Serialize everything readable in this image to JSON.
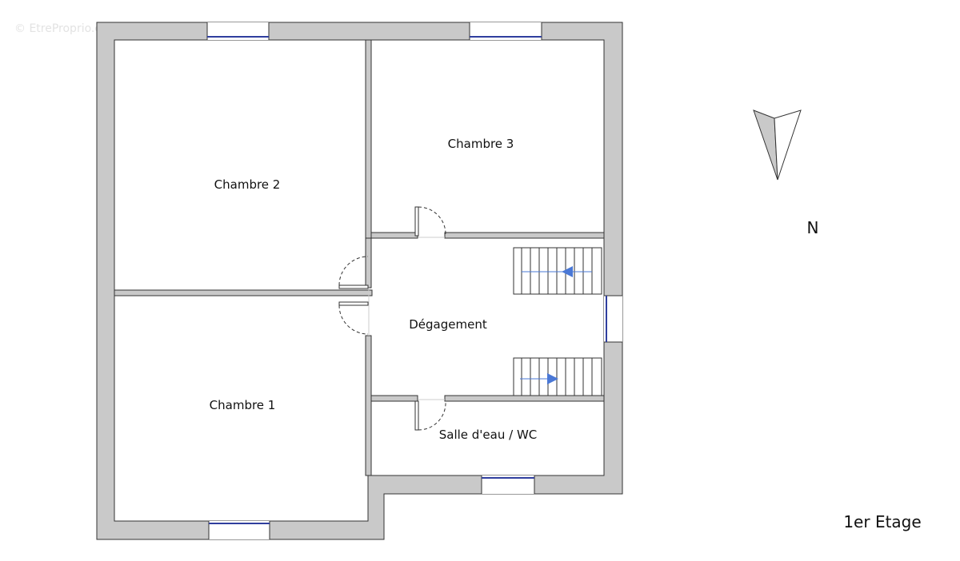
{
  "watermark": "© EtreProprio.com",
  "rooms": {
    "chambre_2": "Chambre 2",
    "chambre_3": "Chambre 3",
    "chambre_1": "Chambre 1",
    "degagement": "Dégagement",
    "salle_eau": "Salle d'eau / WC"
  },
  "compass": {
    "label": "N"
  },
  "floor_label": "1er Etage",
  "colors": {
    "wall": "#c9c9c9",
    "wall_outline": "#333333",
    "window": "#2f3e9e",
    "stair_arrow": "#4a78d6"
  }
}
